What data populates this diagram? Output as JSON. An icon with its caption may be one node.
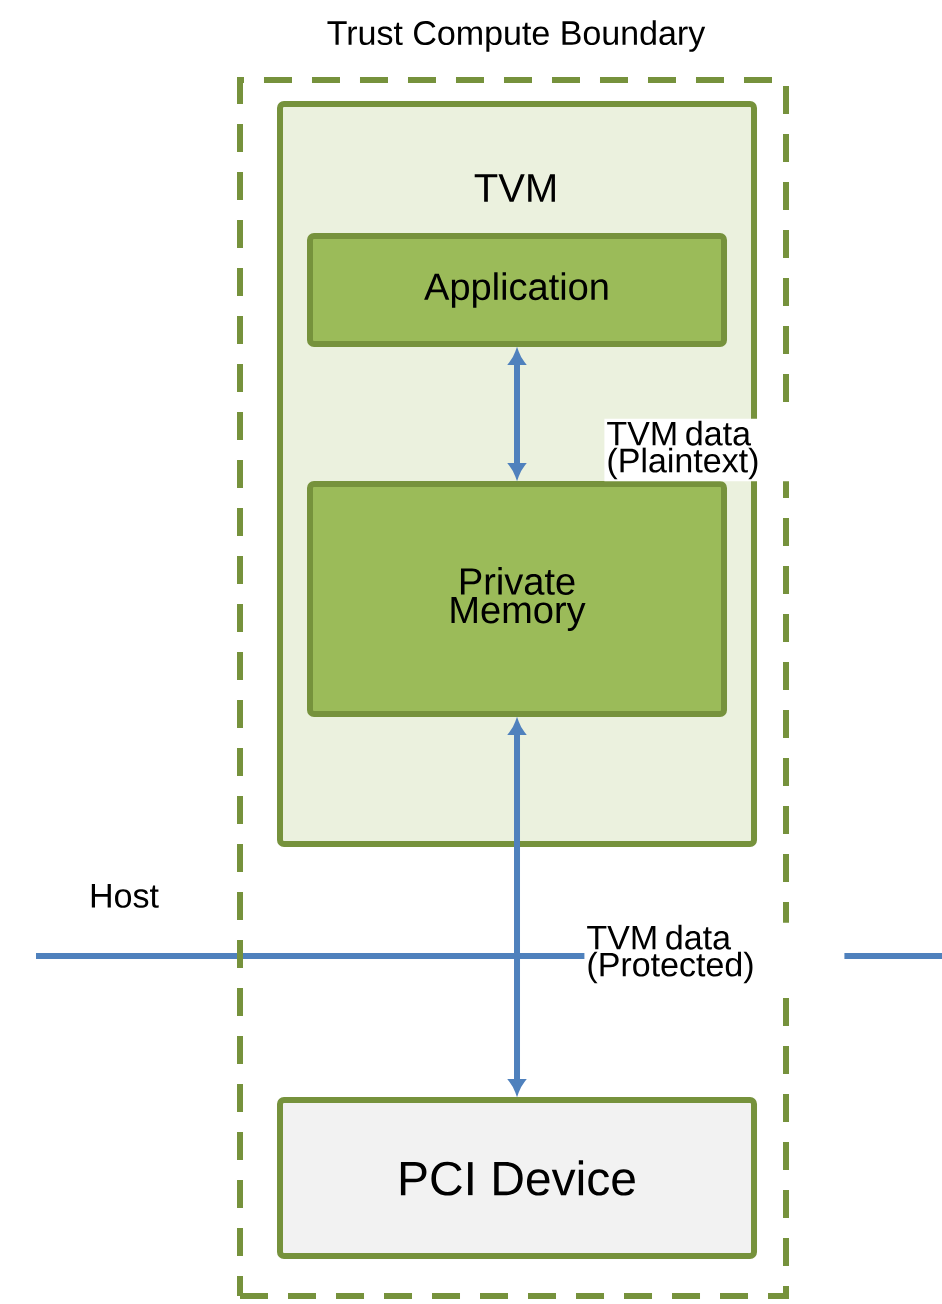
{
  "diagram": {
    "nodes": [
      {
        "text": [
          "Trust Compute Boundary"
        ]
      },
      {
        "text": [
          "TVM"
        ],
        "in": 0
      },
      {
        "text": [
          "Application"
        ],
        "in": 1
      },
      {
        "text": [
          "Private Memory"
        ],
        "in": 1
      },
      {
        "text": [
          "PCI Device"
        ],
        "in": 0
      }
    ],
    "edges": [
      {
        "from": 2,
        "to": 3,
        "arrow": "both",
        "label": "TVM data (Plaintext)"
      },
      {
        "from": 3,
        "to": 4,
        "arrow": "both",
        "label": "TVM data (Protected)"
      }
    ],
    "labels": [
      "Host"
    ]
  }
}
